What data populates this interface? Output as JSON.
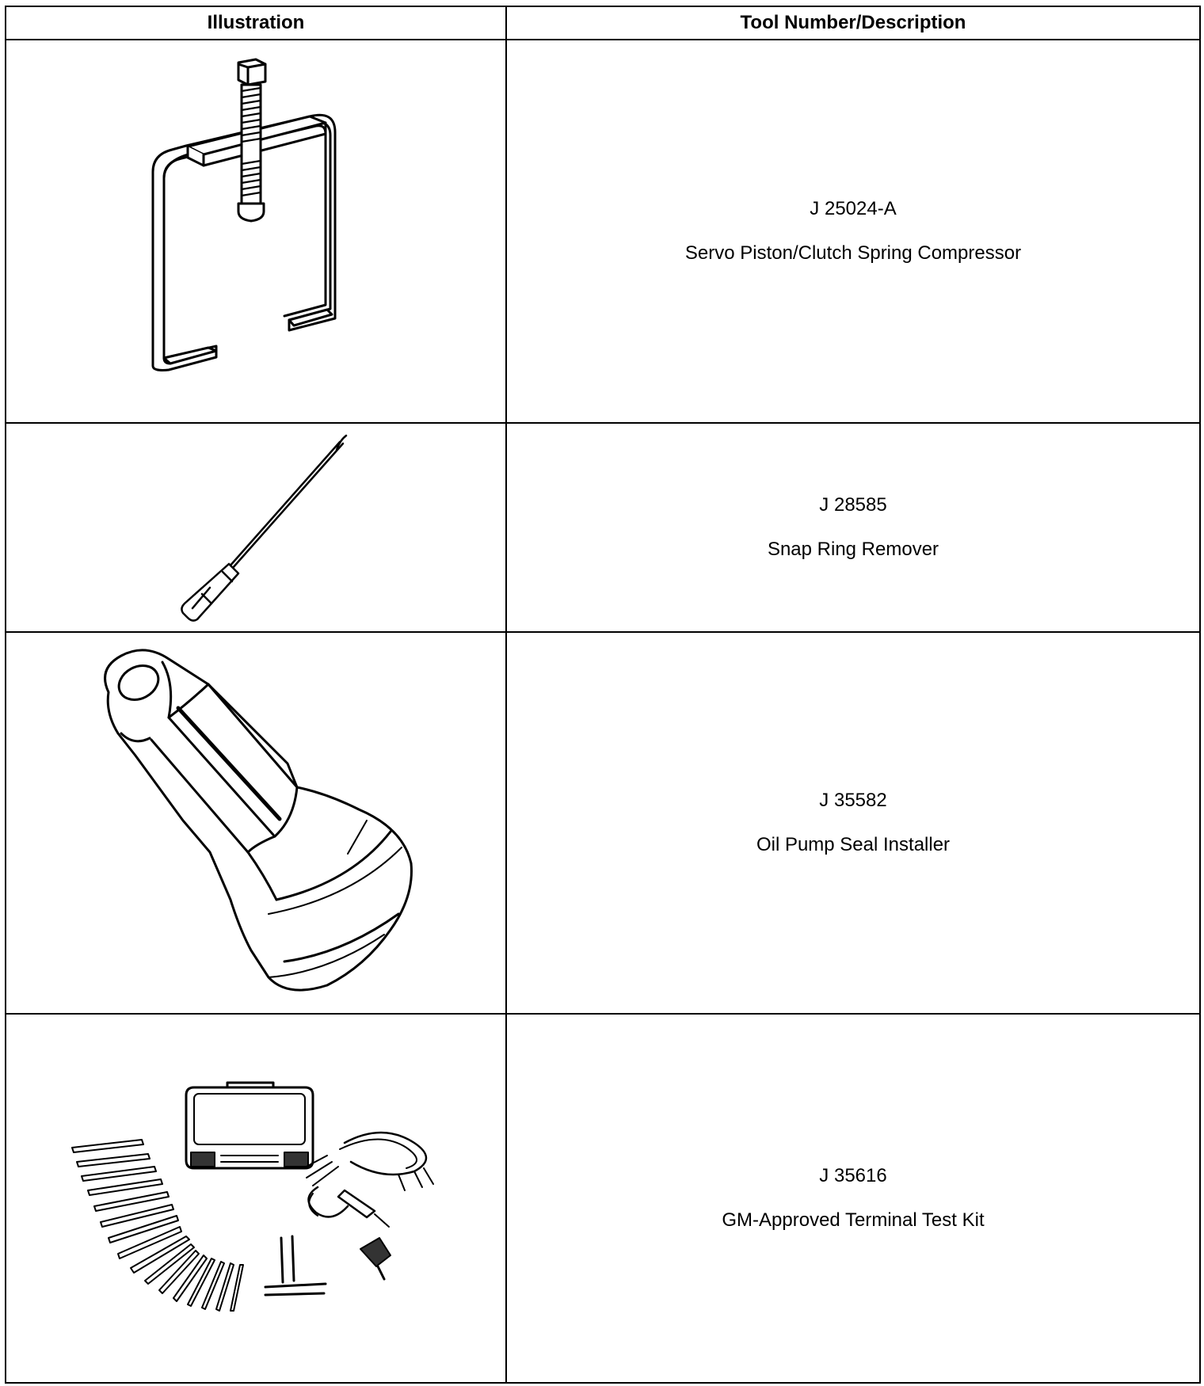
{
  "table": {
    "headers": [
      "Illustration",
      "Tool Number/Description"
    ],
    "rows": [
      {
        "tool_number": "J 25024-A",
        "description": "Servo Piston/Clutch Spring Compressor",
        "icon": "spring-compressor-icon"
      },
      {
        "tool_number": "J 28585",
        "description": "Snap Ring Remover",
        "icon": "snap-ring-remover-icon"
      },
      {
        "tool_number": "J 35582",
        "description": "Oil Pump Seal Installer",
        "icon": "seal-installer-icon"
      },
      {
        "tool_number": "J 35616",
        "description": "GM-Approved Terminal Test Kit",
        "icon": "terminal-test-kit-icon"
      }
    ]
  }
}
